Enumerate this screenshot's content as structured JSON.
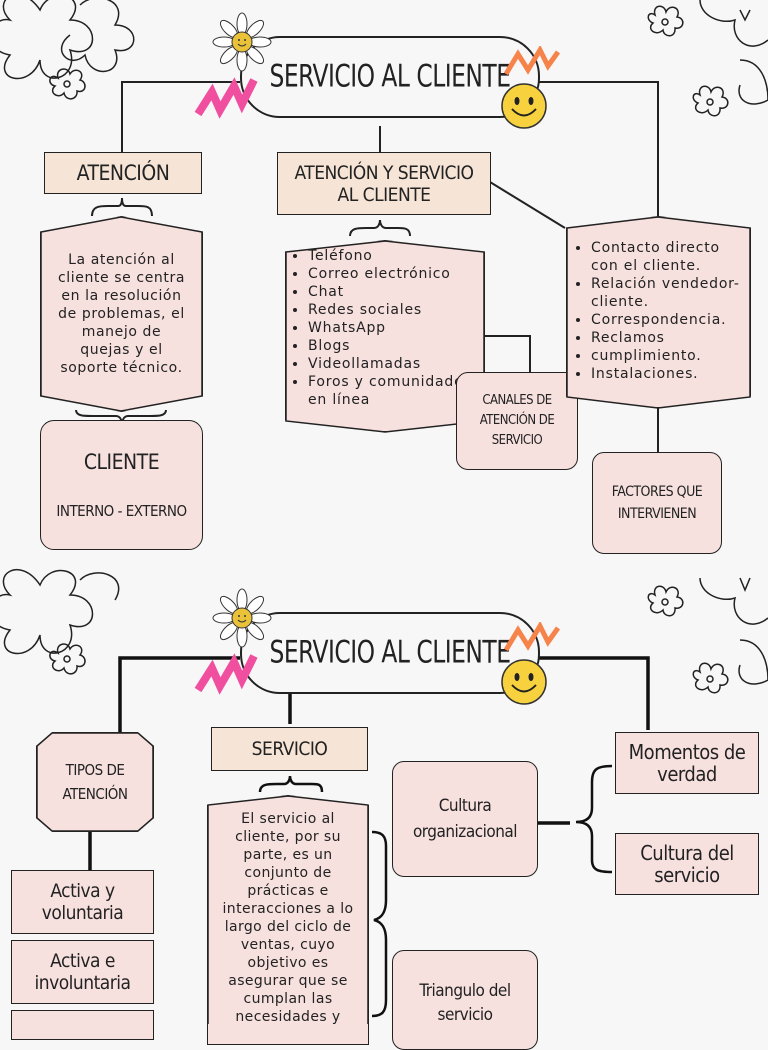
{
  "top": {
    "title": "SERVICIO AL CLIENTE",
    "atencion": {
      "heading": "ATENCIÓN",
      "description": "La atención al cliente se centra en la resolución de problemas, el manejo de quejas y el soporte técnico.",
      "cliente_label": "CLIENTE",
      "cliente_types": "INTERNO - EXTERNO"
    },
    "atencion_servicio": {
      "heading": "ATENCIÓN Y SERVICIO AL CLIENTE",
      "channels": [
        "Teléfono",
        "Correo electrónico",
        "Chat",
        "Redes sociales",
        "WhatsApp",
        "Blogs",
        "Videollamadas",
        "Foros y comunidades en línea"
      ],
      "channels_label": "CANALES DE ATENCIÓN DE SERVICIO"
    },
    "factores": {
      "items": [
        "Contacto directo con el cliente.",
        "Relación vendedor- cliente.",
        "Correspondencia.",
        "Reclamos",
        "cumplimiento.",
        "Instalaciones."
      ],
      "label": "FACTORES QUE INTERVIENEN"
    }
  },
  "bottom": {
    "title": "SERVICIO AL CLIENTE",
    "tipos": {
      "heading": "TIPOS DE ATENCIÓN",
      "items": [
        "Activa y voluntaria",
        "Activa e involuntaria"
      ]
    },
    "servicio": {
      "heading": "SERVICIO",
      "description": "El servicio al cliente, por su parte, es un conjunto de prácticas e interacciones a lo largo del ciclo de ventas, cuyo objetivo es asegurar que se cumplan las necesidades y"
    },
    "cultura_org": "Cultura organizacional",
    "triangulo": "Triangulo del servicio",
    "momentos": "Momentos de verdad",
    "cultura_servicio": "Cultura del servicio"
  },
  "colors": {
    "box_pink": "#f7e1df",
    "box_peach": "#f6e4d6",
    "accent_pink": "#f04fa0",
    "accent_orange": "#f5834a",
    "smiley": "#f7d23e"
  }
}
